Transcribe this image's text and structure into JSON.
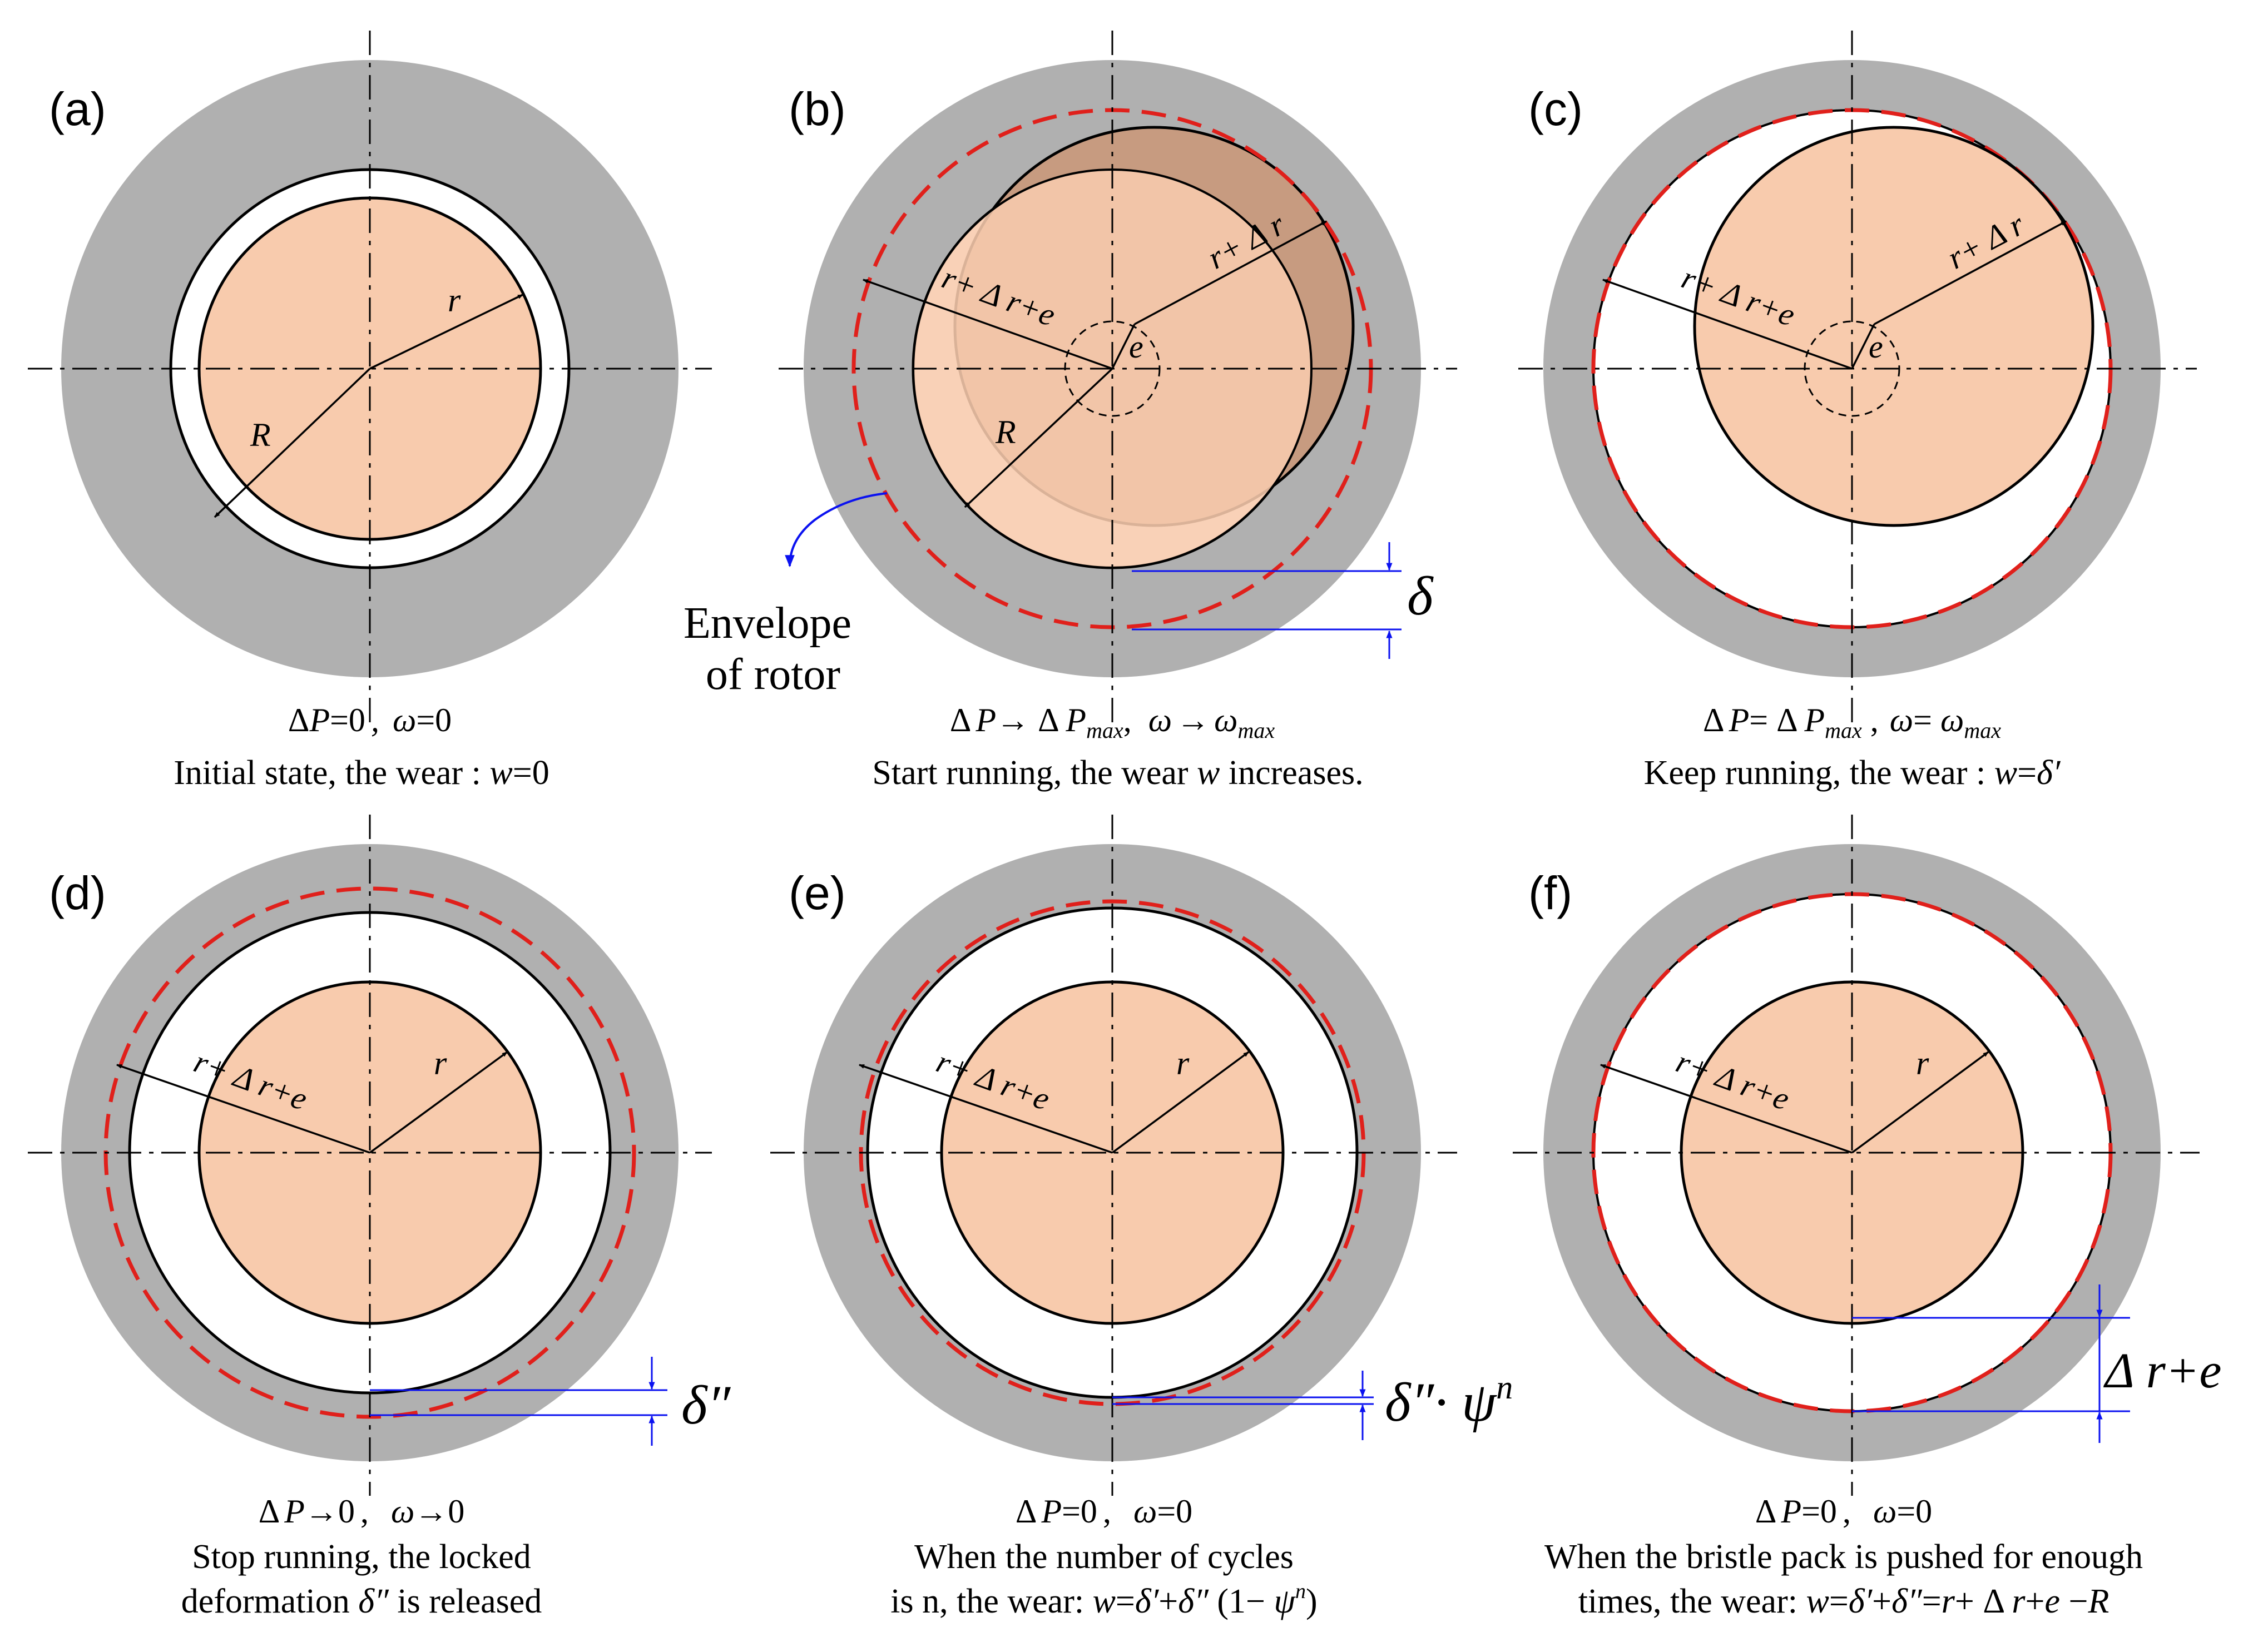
{
  "panels": [
    {
      "id": "a",
      "label": "(a)",
      "labels": {
        "r": "r",
        "R": "R"
      },
      "condition_parts": [
        "Δ",
        "P",
        "=0",
        ",",
        "ω",
        "=0"
      ],
      "caption_line1_parts": [
        "Initial state, the wear : ",
        "w",
        "=0"
      ]
    },
    {
      "id": "b",
      "label": "(b)",
      "labels": {
        "rdr": "r+ Δ r",
        "rdre": "r+ Δ r+e",
        "e": "e",
        "R": "R",
        "delta": "δ"
      },
      "condition_parts": [
        "Δ",
        "P",
        "→",
        " Δ ",
        "P",
        "max",
        ",",
        "ω",
        "→",
        "ω",
        "max"
      ],
      "caption_line1_parts": [
        "Start running, the wear ",
        "w",
        " increases."
      ],
      "annotation_lines": [
        "Envelope",
        "of rotor"
      ]
    },
    {
      "id": "c",
      "label": "(c)",
      "labels": {
        "rdr": "r+ Δ r",
        "rdre": "r+ Δ r+e",
        "e": "e"
      },
      "condition_parts": [
        "Δ",
        "P",
        "= Δ ",
        "P",
        "max",
        " ,",
        "ω",
        "= ",
        "ω",
        "max"
      ],
      "caption_line1_parts": [
        "Keep running, the wear : ",
        "w",
        "=",
        "δ′"
      ]
    },
    {
      "id": "d",
      "label": "(d)",
      "labels": {
        "rdre": "r+ Δ r+e",
        "r": "r",
        "delta": "δ″"
      },
      "condition_parts": [
        "Δ",
        "P",
        "→",
        "0",
        ",",
        "ω",
        "→",
        "0"
      ],
      "caption_line1": "Stop running, the locked",
      "caption_line2_parts": [
        "deformation  ",
        "δ″",
        " is released"
      ]
    },
    {
      "id": "e",
      "label": "(e)",
      "labels": {
        "rdre": "r+ Δ r+e",
        "r": "r",
        "delta": "δ″· ψ",
        "delta_sup": "n"
      },
      "condition_parts": [
        "Δ",
        "P",
        "=0",
        ",",
        "ω",
        "=0"
      ],
      "caption_line1": "When the number of cycles",
      "caption_line2_parts": [
        "is n, the wear: ",
        "w",
        "=",
        "δ′",
        "+",
        "δ″",
        " (1− ",
        "ψ",
        "n",
        ")"
      ]
    },
    {
      "id": "f",
      "label": "(f)",
      "labels": {
        "rdre": "r+ Δ r+e",
        "r": "r",
        "delta": "Δ r+e"
      },
      "condition_parts": [
        "Δ",
        "P",
        "=0",
        ",",
        "ω",
        "=0"
      ],
      "caption_line1": "When the bristle pack is pushed for enough",
      "caption_line2_parts": [
        "times, the wear: ",
        "w",
        "=",
        "δ′",
        "+",
        "δ″",
        "=",
        "r",
        "+ Δ ",
        "r",
        "+",
        "e",
        " −",
        "R"
      ]
    }
  ],
  "colors": {
    "stator": "#b0b0b0",
    "rotor": "#f8cbad",
    "rotor_shadow": "#c79b80",
    "envelope": "#e0201b",
    "dim_line": "#0b12f0",
    "outline": "#000000"
  }
}
